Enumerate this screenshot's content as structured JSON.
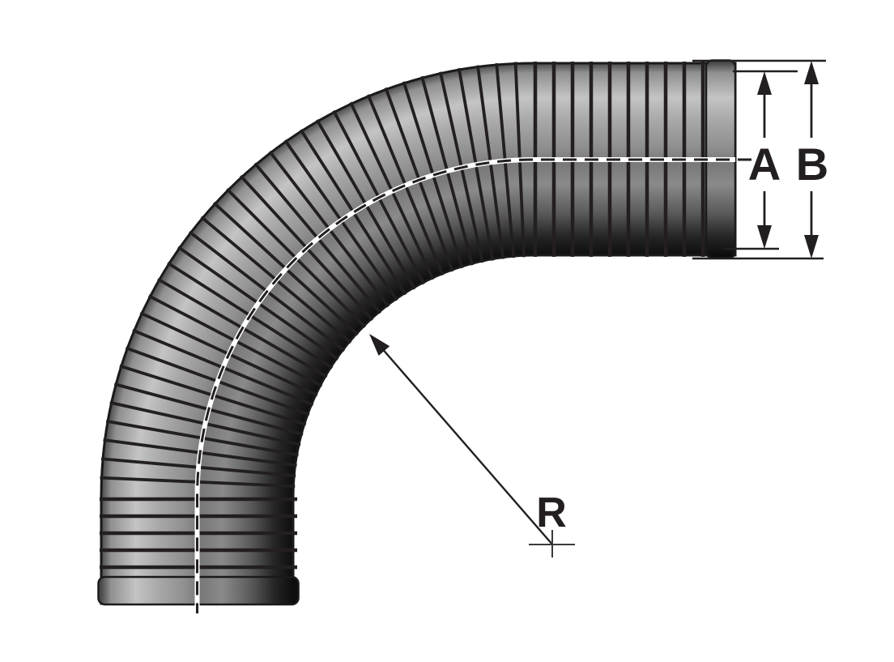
{
  "diagram": {
    "labels": {
      "dim_a": "A",
      "dim_b": "B",
      "radius": "R"
    },
    "colors": {
      "ink": "#231f20",
      "outline": "#1a1a1a",
      "tube_highlight": "#c4c4c4",
      "tube_midtone": "#8e8e8e",
      "tube_shadow": "#0d0d0d",
      "centerline_underlay": "#ffffff",
      "background": "#ffffff"
    }
  }
}
